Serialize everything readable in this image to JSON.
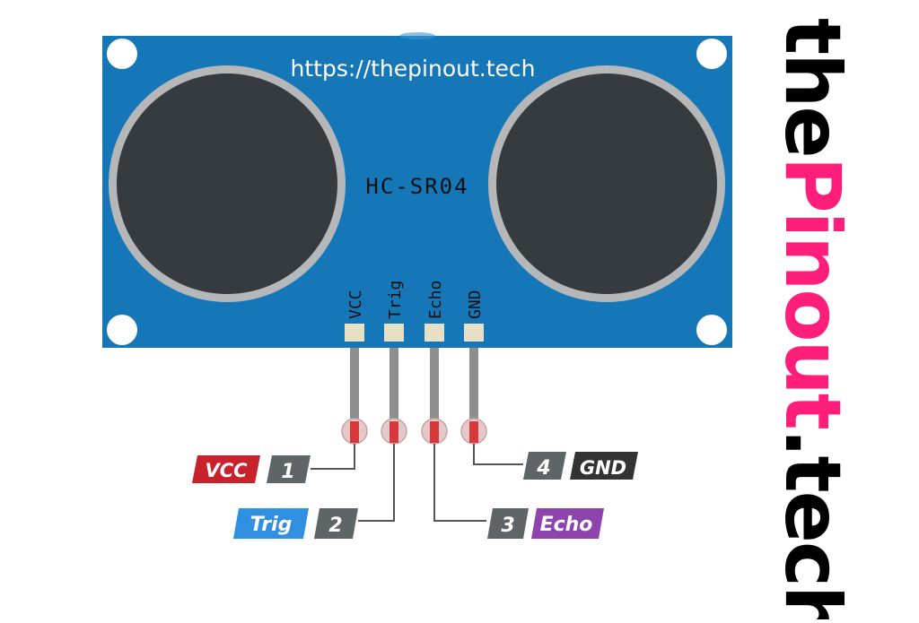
{
  "board": {
    "url": "https://thepinout.tech",
    "model": "HC-SR04",
    "color": "#1577b8"
  },
  "pins": [
    {
      "number": "1",
      "name": "VCC",
      "board_label": "VCC",
      "tag_color": "#c8232c"
    },
    {
      "number": "2",
      "name": "Trig",
      "board_label": "Trig",
      "tag_color": "#2f8fe0"
    },
    {
      "number": "3",
      "name": "Echo",
      "board_label": "Echo",
      "tag_color": "#8e44ad"
    },
    {
      "number": "4",
      "name": "GND",
      "board_label": "GND",
      "tag_color": "#333333"
    }
  ],
  "number_tag_color": "#5f6466",
  "logo": {
    "part1": "the",
    "part2": "Pinout",
    "part3": ".tech",
    "accent_color": "#ff1e7a"
  }
}
